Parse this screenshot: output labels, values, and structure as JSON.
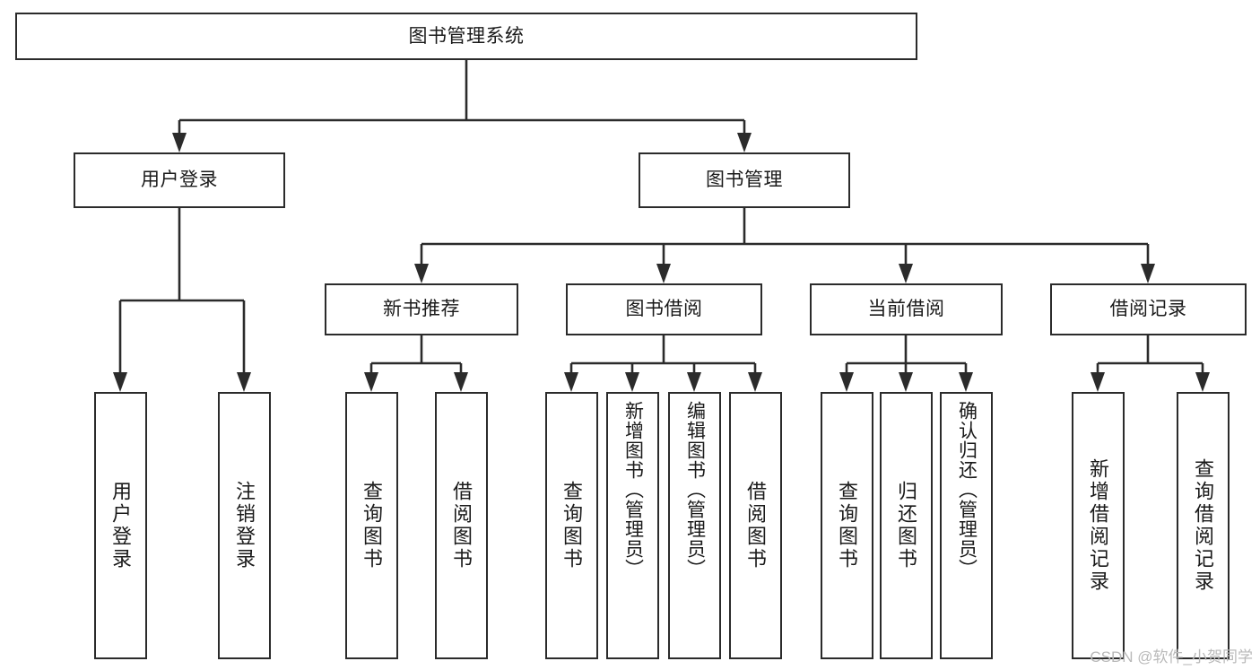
{
  "diagram": {
    "type": "tree-hierarchy-chart",
    "title": "图书管理系统",
    "watermark": "CSDN @软件_小贺同学",
    "colors": {
      "stroke": "#2b2b2b",
      "fill": "#ffffff",
      "text": "#1a1a1a",
      "watermark": "#b9b9b9"
    },
    "nodes": {
      "root": {
        "label": "图书管理系统",
        "level": 1
      },
      "l2": [
        {
          "id": "user-login",
          "label": "用户登录",
          "level": 2
        },
        {
          "id": "book-manage",
          "label": "图书管理",
          "level": 2
        }
      ],
      "l3": [
        {
          "id": "new-book-rec",
          "label": "新书推荐",
          "level": 3
        },
        {
          "id": "book-borrow",
          "label": "图书借阅",
          "level": 3
        },
        {
          "id": "current-borrow",
          "label": "当前借阅",
          "level": 3
        },
        {
          "id": "borrow-record",
          "label": "借阅记录",
          "level": 3
        }
      ],
      "leaves": {
        "user-login": [
          {
            "id": "leaf-user-login",
            "label": "用户登录"
          },
          {
            "id": "leaf-logout",
            "label": "注销登录"
          }
        ],
        "new-book-rec": [
          {
            "id": "leaf-query-book-1",
            "label": "查询图书"
          },
          {
            "id": "leaf-borrow-book-1",
            "label": "借阅图书"
          }
        ],
        "book-borrow": [
          {
            "id": "leaf-query-book-2",
            "label": "查询图书"
          },
          {
            "id": "leaf-add-book",
            "label": "新增图书（管理员）"
          },
          {
            "id": "leaf-edit-book",
            "label": "编辑图书（管理员）"
          },
          {
            "id": "leaf-borrow-book-2",
            "label": "借阅图书"
          }
        ],
        "current-borrow": [
          {
            "id": "leaf-query-book-3",
            "label": "查询图书"
          },
          {
            "id": "leaf-return-book",
            "label": "归还图书"
          },
          {
            "id": "leaf-confirm-return",
            "label": "确认归还（管理员）"
          }
        ],
        "borrow-record": [
          {
            "id": "leaf-add-record",
            "label": "新增借阅记录"
          },
          {
            "id": "leaf-query-record",
            "label": "查询借阅记录"
          }
        ]
      }
    }
  }
}
